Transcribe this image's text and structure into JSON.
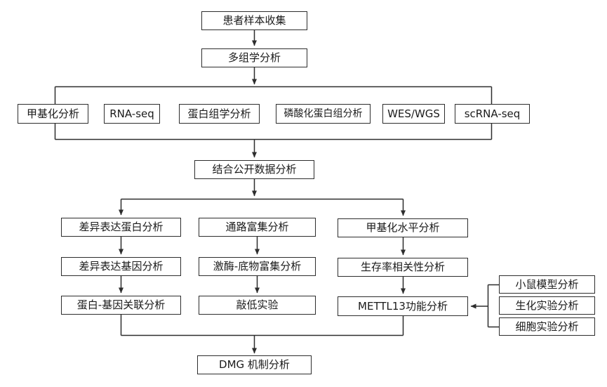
{
  "diagram": {
    "nodes": {
      "patient_sample": "患者样本收集",
      "multi_omics": "多组学分析",
      "methylation": "甲基化分析",
      "rna_seq": "RNA-seq",
      "proteomics": "蛋白组学分析",
      "phospho_proteomics": "磷酸化蛋白组分析",
      "wes_wgs": "WES/WGS",
      "scrna_seq": "scRNA-seq",
      "public_data": "结合公开数据分析",
      "dep_analysis": "差异表达蛋白分析",
      "deg_analysis": "差异表达基因分析",
      "protein_gene_link": "蛋白-基因关联分析",
      "pathway_enrichment": "通路富集分析",
      "kinase_substrate": "激酶-底物富集分析",
      "knockdown": "敲低实验",
      "methylation_level": "甲基化水平分析",
      "survival_correlation": "生存率相关性分析",
      "mettl13_function": "METTL13功能分析",
      "mouse_model": "小鼠模型分析",
      "biochem_experiment": "生化实验分析",
      "cell_experiment": "细胞实验分析",
      "dmg_mechanism": "DMG 机制分析"
    },
    "edges": [
      {
        "from": "patient_sample",
        "to": "multi_omics"
      },
      {
        "from": "multi_omics",
        "to": "methylation, rna_seq, proteomics, phospho_proteomics, wes_wgs, scrna_seq"
      },
      {
        "from": "methylation, rna_seq, proteomics, phospho_proteomics, wes_wgs, scrna_seq",
        "to": "public_data"
      },
      {
        "from": "public_data",
        "to": "dep_analysis, pathway_enrichment, methylation_level"
      },
      {
        "from": "dep_analysis",
        "to": "deg_analysis"
      },
      {
        "from": "deg_analysis",
        "to": "protein_gene_link"
      },
      {
        "from": "pathway_enrichment",
        "to": "kinase_substrate"
      },
      {
        "from": "kinase_substrate",
        "to": "knockdown"
      },
      {
        "from": "methylation_level",
        "to": "survival_correlation"
      },
      {
        "from": "survival_correlation",
        "to": "mettl13_function"
      },
      {
        "from": "mouse_model, biochem_experiment, cell_experiment",
        "to": "mettl13_function"
      },
      {
        "from": "protein_gene_link, mettl13_function",
        "to": "dmg_mechanism"
      }
    ],
    "colors": {
      "line": "#2d2d2d",
      "box_border": "#2d2d2d",
      "box_background": "#ffffff",
      "text": "#1b1b1b",
      "page_background": "#ffffff"
    }
  }
}
